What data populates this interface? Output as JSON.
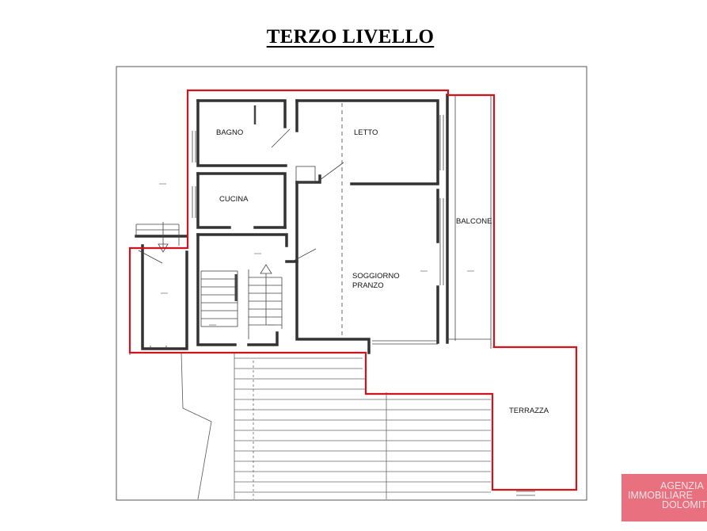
{
  "title": "TERZO LIVELLO",
  "rooms": {
    "bagno": "BAGNO",
    "letto": "LETTO",
    "cucina": "CUCINA",
    "balcone": "BALCONE",
    "soggiorno_line1": "SOGGIORNO",
    "soggiorno_line2": "PRANZO",
    "terrazza": "TERRAZZA"
  },
  "badge": {
    "line1": "AGENZIA",
    "line2": "IMMOBILIARE",
    "line3": "DOLOMITI"
  },
  "colors": {
    "outline": "#d0131f",
    "walls": "#333333",
    "badge_bg": "#e8707f",
    "badge_text": "#fbe3e6"
  }
}
